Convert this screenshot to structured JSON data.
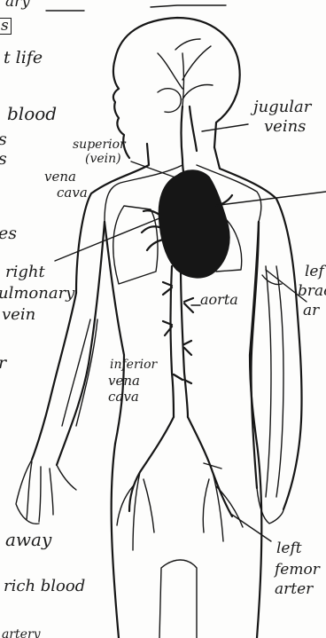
{
  "fragments": {
    "top": "ary",
    "box": "s",
    "life": "t life",
    "blood": "blood",
    "s1": "s",
    "s2": "s",
    "es": "es",
    "r": "r",
    "away": "away",
    "rich_blood": "rich blood",
    "bottom": "artery"
  },
  "labels": {
    "jugular_line1": "jugular",
    "jugular_line2": "veins",
    "superior_line1": "superior",
    "superior_line2": "(vein)",
    "vena_line1": "vena",
    "vena_line2": "cava",
    "right_line1": "right",
    "right_line2": "ulmonary",
    "right_line3": "vein",
    "aorta": "aorta",
    "inferior_line1": "inferior",
    "inferior_line2": "vena",
    "inferior_line3": "cava",
    "left_brachial_line1": "lef",
    "left_brachial_line2": "brac",
    "left_brachial_line3": "ar",
    "left_femoral_line1": "left",
    "left_femoral_line2": "femor",
    "left_femoral_line3": "arter"
  },
  "colors": {
    "ink": "#161616",
    "paper": "#fdfdfc"
  }
}
